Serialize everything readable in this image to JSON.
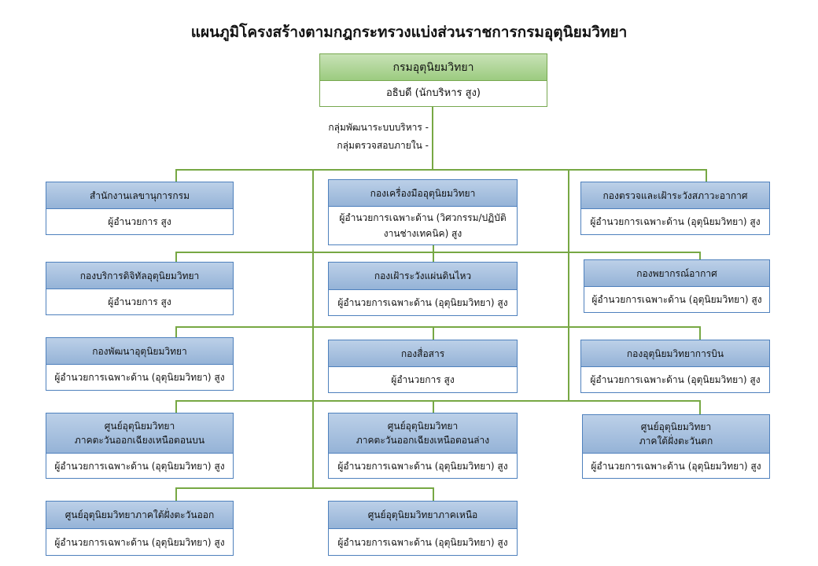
{
  "title": "แผนภูมิโครงสร้างตามกฎกระทรวงแบ่งส่วนราชการกรมอุตุนิยมวิทยา",
  "root": {
    "name": "กรมอุตุนิยมวิทยา",
    "head": "อธิบดี (นักบริหาร สูง)"
  },
  "staff_units": [
    "กลุ่มพัฒนาระบบบริหาร -",
    "กลุ่มตรวจสอบภายใน -"
  ],
  "units": [
    {
      "name": "สำนักงานเลขานุการกรม",
      "head": "ผู้อำนวยการ สูง"
    },
    {
      "name": "กองเครื่องมืออุตุนิยมวิทยา",
      "head": "ผู้อำนวยการเฉพาะด้าน (วิศวกรรม/ปฏิบัติงานช่างเทคนิค) สูง"
    },
    {
      "name": "กองตรวจและเฝ้าระวังสภาวะอากาศ",
      "head": "ผู้อำนวยการเฉพาะด้าน (อุตุนิยมวิทยา) สูง"
    },
    {
      "name": "กองบริการดิจิทัลอุตุนิยมวิทยา",
      "head": "ผู้อำนวยการ สูง"
    },
    {
      "name": "กองเฝ้าระวังแผ่นดินไหว",
      "head": "ผู้อำนวยการเฉพาะด้าน (อุตุนิยมวิทยา) สูง"
    },
    {
      "name": "กองพยากรณ์อากาศ",
      "head": "ผู้อำนวยการเฉพาะด้าน (อุตุนิยมวิทยา) สูง"
    },
    {
      "name": "กองพัฒนาอุตุนิยมวิทยา",
      "head": "ผู้อำนวยการเฉพาะด้าน (อุตุนิยมวิทยา) สูง"
    },
    {
      "name": "กองสื่อสาร",
      "head": "ผู้อำนวยการ สูง"
    },
    {
      "name": "กองอุตุนิยมวิทยาการบิน",
      "head": "ผู้อำนวยการเฉพาะด้าน (อุตุนิยมวิทยา) สูง"
    },
    {
      "name": "ศูนย์อุตุนิยมวิทยา\nภาคตะวันออกเฉียงเหนือตอนบน",
      "head": "ผู้อำนวยการเฉพาะด้าน (อุตุนิยมวิทยา) สูง"
    },
    {
      "name": "ศูนย์อุตุนิยมวิทยา\nภาคตะวันออกเฉียงเหนือตอนล่าง",
      "head": "ผู้อำนวยการเฉพาะด้าน (อุตุนิยมวิทยา) สูง"
    },
    {
      "name": "ศูนย์อุตุนิยมวิทยา\nภาคใต้ฝั่งตะวันตก",
      "head": "ผู้อำนวยการเฉพาะด้าน (อุตุนิยมวิทยา) สูง"
    },
    {
      "name": "ศูนย์อุตุนิยมวิทยาภาคใต้ฝั่งตะวันออก",
      "head": "ผู้อำนวยการเฉพาะด้าน (อุตุนิยมวิทยา) สูง"
    },
    {
      "name": "ศูนย์อุตุนิยมวิทยาภาคเหนือ",
      "head": "ผู้อำนวยการเฉพาะด้าน (อุตุนิยมวิทยา) สูง"
    }
  ]
}
